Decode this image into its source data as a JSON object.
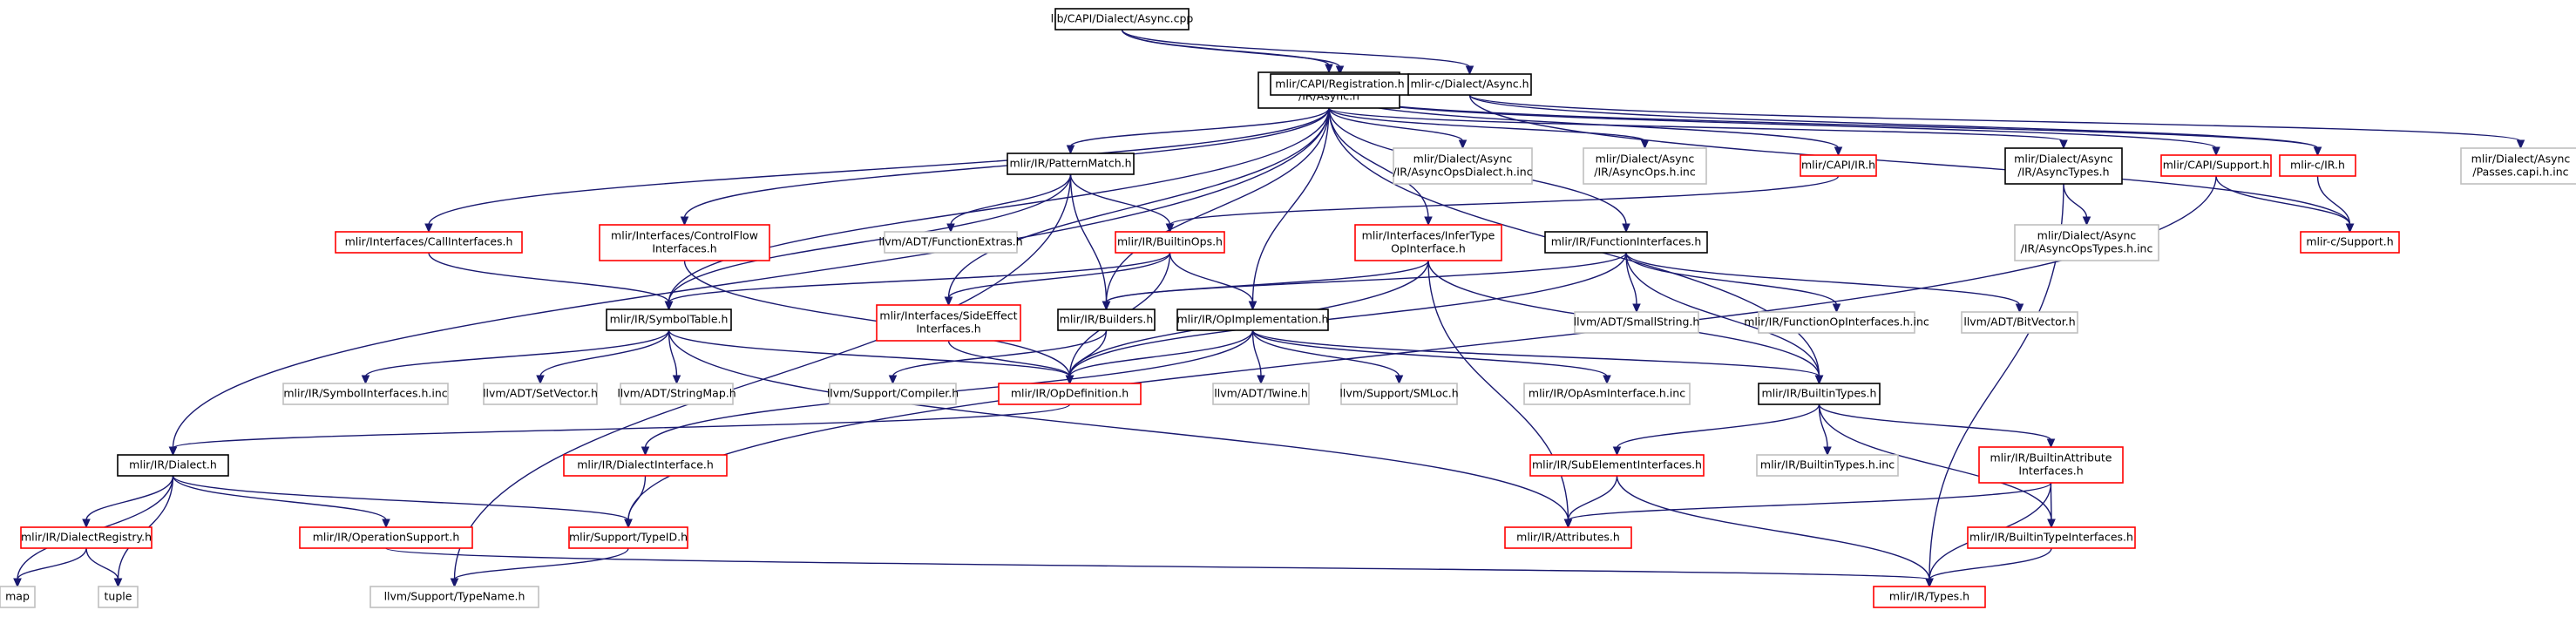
{
  "colors": {
    "edge": "#191970",
    "root_fill": "#bfbfbf",
    "root_border": "#000000",
    "documented_border": "#000000",
    "truncated_border": "#ff0000",
    "external_border": "#bfbfbf"
  },
  "nodes": [
    {
      "id": "n0",
      "lines": [
        "lib/CAPI/Dialect/Async.cpp"
      ],
      "kind": "root"
    },
    {
      "id": "n1",
      "lines": [
        "mlir/Dialect/Async",
        "/IR/Async.h"
      ],
      "kind": "documented"
    },
    {
      "id": "n2",
      "lines": [
        "mlir/CAPI/Registration.h"
      ],
      "kind": "documented"
    },
    {
      "id": "n3",
      "lines": [
        "mlir-c/Dialect/Async.h"
      ],
      "kind": "documented"
    },
    {
      "id": "n4",
      "lines": [
        "mlir/IR/PatternMatch.h"
      ],
      "kind": "documented"
    },
    {
      "id": "n5",
      "lines": [
        "mlir/Dialect/Async",
        "/IR/AsyncOpsDialect.h.inc"
      ],
      "kind": "external"
    },
    {
      "id": "n6",
      "lines": [
        "mlir/Dialect/Async",
        "/IR/AsyncOps.h.inc"
      ],
      "kind": "external"
    },
    {
      "id": "n7",
      "lines": [
        "mlir/CAPI/IR.h"
      ],
      "kind": "truncated"
    },
    {
      "id": "n8",
      "lines": [
        "mlir/Dialect/Async",
        "/IR/AsyncTypes.h"
      ],
      "kind": "documented"
    },
    {
      "id": "n9",
      "lines": [
        "mlir/CAPI/Support.h"
      ],
      "kind": "truncated"
    },
    {
      "id": "n10",
      "lines": [
        "mlir-c/IR.h"
      ],
      "kind": "truncated"
    },
    {
      "id": "n11",
      "lines": [
        "mlir/Dialect/Async",
        "/Passes.capi.h.inc"
      ],
      "kind": "external"
    },
    {
      "id": "n12",
      "lines": [
        "mlir/Interfaces/CallInterfaces.h"
      ],
      "kind": "truncated"
    },
    {
      "id": "n13",
      "lines": [
        "mlir/Interfaces/ControlFlow",
        "Interfaces.h"
      ],
      "kind": "truncated"
    },
    {
      "id": "n14",
      "lines": [
        "llvm/ADT/FunctionExtras.h"
      ],
      "kind": "external"
    },
    {
      "id": "n15",
      "lines": [
        "mlir/IR/BuiltinOps.h"
      ],
      "kind": "truncated"
    },
    {
      "id": "n16",
      "lines": [
        "mlir/Interfaces/InferType",
        "OpInterface.h"
      ],
      "kind": "truncated"
    },
    {
      "id": "n17",
      "lines": [
        "mlir/IR/FunctionInterfaces.h"
      ],
      "kind": "documented"
    },
    {
      "id": "n18",
      "lines": [
        "mlir/Dialect/Async",
        "/IR/AsyncOpsTypes.h.inc"
      ],
      "kind": "external"
    },
    {
      "id": "n19",
      "lines": [
        "mlir-c/Support.h"
      ],
      "kind": "truncated"
    },
    {
      "id": "n20",
      "lines": [
        "mlir/IR/SymbolTable.h"
      ],
      "kind": "documented"
    },
    {
      "id": "n21",
      "lines": [
        "mlir/Interfaces/SideEffect",
        "Interfaces.h"
      ],
      "kind": "truncated"
    },
    {
      "id": "n22",
      "lines": [
        "mlir/IR/Builders.h"
      ],
      "kind": "documented"
    },
    {
      "id": "n23",
      "lines": [
        "mlir/IR/OpImplementation.h"
      ],
      "kind": "documented"
    },
    {
      "id": "n24",
      "lines": [
        "llvm/ADT/SmallString.h"
      ],
      "kind": "external"
    },
    {
      "id": "n25",
      "lines": [
        "mlir/IR/FunctionOpInterfaces.h.inc"
      ],
      "kind": "external"
    },
    {
      "id": "n26",
      "lines": [
        "llvm/ADT/BitVector.h"
      ],
      "kind": "external"
    },
    {
      "id": "n27",
      "lines": [
        "mlir/IR/SymbolInterfaces.h.inc"
      ],
      "kind": "external"
    },
    {
      "id": "n28",
      "lines": [
        "llvm/ADT/SetVector.h"
      ],
      "kind": "external"
    },
    {
      "id": "n29",
      "lines": [
        "llvm/ADT/StringMap.h"
      ],
      "kind": "external"
    },
    {
      "id": "n30",
      "lines": [
        "llvm/Support/Compiler.h"
      ],
      "kind": "external"
    },
    {
      "id": "n31",
      "lines": [
        "mlir/IR/OpDefinition.h"
      ],
      "kind": "truncated"
    },
    {
      "id": "n32",
      "lines": [
        "llvm/ADT/Twine.h"
      ],
      "kind": "external"
    },
    {
      "id": "n33",
      "lines": [
        "llvm/Support/SMLoc.h"
      ],
      "kind": "external"
    },
    {
      "id": "n34",
      "lines": [
        "mlir/IR/OpAsmInterface.h.inc"
      ],
      "kind": "external"
    },
    {
      "id": "n35",
      "lines": [
        "mlir/IR/BuiltinTypes.h"
      ],
      "kind": "documented"
    },
    {
      "id": "n36",
      "lines": [
        "mlir/IR/Dialect.h"
      ],
      "kind": "documented"
    },
    {
      "id": "n37",
      "lines": [
        "mlir/IR/DialectInterface.h"
      ],
      "kind": "truncated"
    },
    {
      "id": "n38",
      "lines": [
        "mlir/IR/SubElementInterfaces.h"
      ],
      "kind": "truncated"
    },
    {
      "id": "n39",
      "lines": [
        "mlir/IR/BuiltinTypes.h.inc"
      ],
      "kind": "external"
    },
    {
      "id": "n40",
      "lines": [
        "mlir/IR/BuiltinAttribute",
        "Interfaces.h"
      ],
      "kind": "truncated"
    },
    {
      "id": "n41",
      "lines": [
        "mlir/IR/DialectRegistry.h"
      ],
      "kind": "truncated"
    },
    {
      "id": "n42",
      "lines": [
        "mlir/IR/OperationSupport.h"
      ],
      "kind": "truncated"
    },
    {
      "id": "n43",
      "lines": [
        "mlir/Support/TypeID.h"
      ],
      "kind": "truncated"
    },
    {
      "id": "n44",
      "lines": [
        "mlir/IR/Attributes.h"
      ],
      "kind": "truncated"
    },
    {
      "id": "n45",
      "lines": [
        "mlir/IR/BuiltinTypeInterfaces.h"
      ],
      "kind": "truncated"
    },
    {
      "id": "n46",
      "lines": [
        "map"
      ],
      "kind": "external"
    },
    {
      "id": "n47",
      "lines": [
        "tuple"
      ],
      "kind": "external"
    },
    {
      "id": "n48",
      "lines": [
        "llvm/Support/TypeName.h"
      ],
      "kind": "external"
    },
    {
      "id": "n49",
      "lines": [
        "mlir/IR/Types.h"
      ],
      "kind": "truncated"
    }
  ],
  "edges": [
    [
      "n0",
      "n1"
    ],
    [
      "n0",
      "n2"
    ],
    [
      "n0",
      "n3"
    ],
    [
      "n1",
      "n4"
    ],
    [
      "n1",
      "n5"
    ],
    [
      "n1",
      "n6"
    ],
    [
      "n1",
      "n8"
    ],
    [
      "n1",
      "n12"
    ],
    [
      "n1",
      "n13"
    ],
    [
      "n1",
      "n16"
    ],
    [
      "n1",
      "n17"
    ],
    [
      "n1",
      "n20"
    ],
    [
      "n1",
      "n21"
    ],
    [
      "n1",
      "n22"
    ],
    [
      "n1",
      "n23"
    ],
    [
      "n1",
      "n35"
    ],
    [
      "n1",
      "n36"
    ],
    [
      "n2",
      "n7"
    ],
    [
      "n2",
      "n9"
    ],
    [
      "n2",
      "n10"
    ],
    [
      "n3",
      "n10"
    ],
    [
      "n3",
      "n11"
    ],
    [
      "n3",
      "n19"
    ],
    [
      "n4",
      "n14"
    ],
    [
      "n4",
      "n15"
    ],
    [
      "n4",
      "n22"
    ],
    [
      "n4",
      "n20"
    ],
    [
      "n4",
      "n48"
    ],
    [
      "n7",
      "n15"
    ],
    [
      "n8",
      "n18"
    ],
    [
      "n8",
      "n49"
    ],
    [
      "n9",
      "n19"
    ],
    [
      "n9",
      "n43"
    ],
    [
      "n10",
      "n19"
    ],
    [
      "n12",
      "n20"
    ],
    [
      "n13",
      "n31"
    ],
    [
      "n15",
      "n20"
    ],
    [
      "n15",
      "n21"
    ],
    [
      "n15",
      "n23"
    ],
    [
      "n15",
      "n31"
    ],
    [
      "n16",
      "n22"
    ],
    [
      "n16",
      "n31"
    ],
    [
      "n16",
      "n35"
    ],
    [
      "n16",
      "n44"
    ],
    [
      "n17",
      "n22"
    ],
    [
      "n17",
      "n24"
    ],
    [
      "n17",
      "n25"
    ],
    [
      "n17",
      "n26"
    ],
    [
      "n17",
      "n31"
    ],
    [
      "n17",
      "n35"
    ],
    [
      "n20",
      "n27"
    ],
    [
      "n20",
      "n28"
    ],
    [
      "n20",
      "n29"
    ],
    [
      "n20",
      "n31"
    ],
    [
      "n20",
      "n44"
    ],
    [
      "n21",
      "n31"
    ],
    [
      "n22",
      "n30"
    ],
    [
      "n22",
      "n31"
    ],
    [
      "n23",
      "n31"
    ],
    [
      "n23",
      "n32"
    ],
    [
      "n23",
      "n33"
    ],
    [
      "n23",
      "n34"
    ],
    [
      "n23",
      "n35"
    ],
    [
      "n23",
      "n37"
    ],
    [
      "n31",
      "n36"
    ],
    [
      "n35",
      "n38"
    ],
    [
      "n35",
      "n39"
    ],
    [
      "n35",
      "n40"
    ],
    [
      "n35",
      "n45"
    ],
    [
      "n36",
      "n41"
    ],
    [
      "n36",
      "n42"
    ],
    [
      "n36",
      "n43"
    ],
    [
      "n36",
      "n46"
    ],
    [
      "n36",
      "n47"
    ],
    [
      "n37",
      "n43"
    ],
    [
      "n38",
      "n44"
    ],
    [
      "n38",
      "n49"
    ],
    [
      "n40",
      "n44"
    ],
    [
      "n40",
      "n45"
    ],
    [
      "n40",
      "n49"
    ],
    [
      "n41",
      "n46"
    ],
    [
      "n41",
      "n47"
    ],
    [
      "n42",
      "n49"
    ],
    [
      "n43",
      "n48"
    ],
    [
      "n45",
      "n49"
    ]
  ]
}
